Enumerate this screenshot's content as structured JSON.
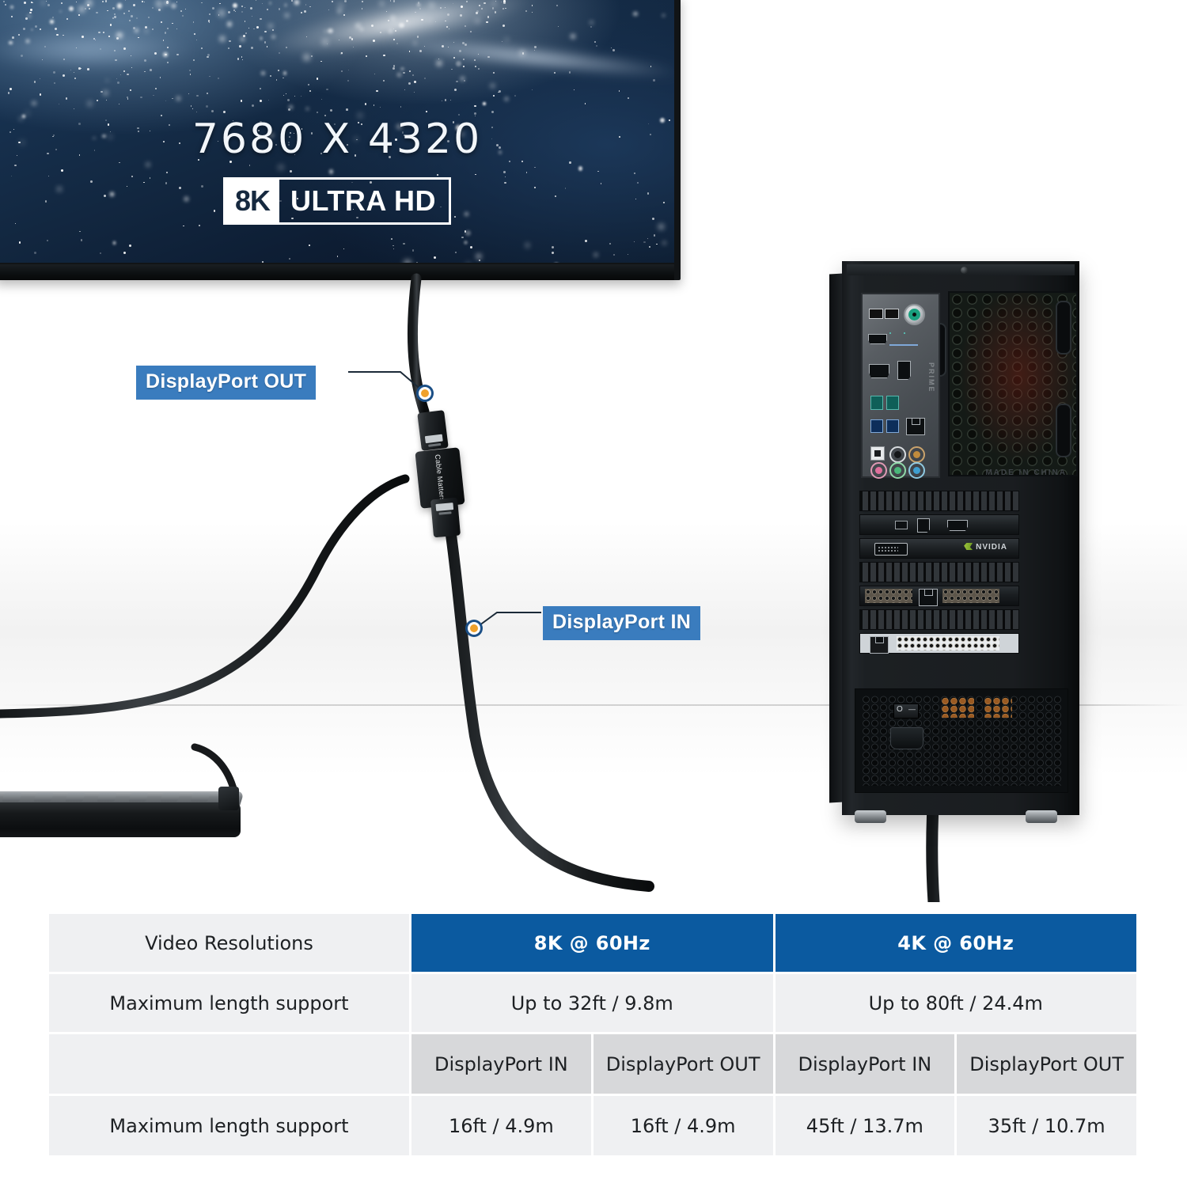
{
  "tv": {
    "resolution_text": "7680 X 4320",
    "badge_prefix": "8K",
    "badge_suffix": "ULTRA HD"
  },
  "callouts": {
    "output": "DisplayPort OUT",
    "input": "DisplayPort IN"
  },
  "device": {
    "adapter_brand": "Cable Matters",
    "motherboard_label": "PRIME",
    "gpu_label": "NVIDIA",
    "case_label": "MADE IN CHINA"
  },
  "colors": {
    "header_blue": "#0b5aa0",
    "callout_blue": "#3a7cbe",
    "marker_orange": "#f0a12b",
    "cell_gray": "#eff0f2",
    "subhead_gray": "#d7d8da"
  },
  "spec_table": {
    "row1": {
      "label": "Video Resolutions",
      "col_8k": "8K @ 60Hz",
      "col_4k": "4K @ 60Hz"
    },
    "row2": {
      "label": "Maximum length support",
      "val_8k": "Up to 32ft / 9.8m",
      "val_4k": "Up to 80ft / 24.4m"
    },
    "row3": {
      "label": "",
      "sub_8k_in": "DisplayPort IN",
      "sub_8k_out": "DisplayPort OUT",
      "sub_4k_in": "DisplayPort IN",
      "sub_4k_out": "DisplayPort OUT"
    },
    "row4": {
      "label": "Maximum length support",
      "val_8k_in": "16ft / 4.9m",
      "val_8k_out": "16ft / 4.9m",
      "val_4k_in": "45ft / 13.7m",
      "val_4k_out": "35ft / 10.7m"
    }
  }
}
